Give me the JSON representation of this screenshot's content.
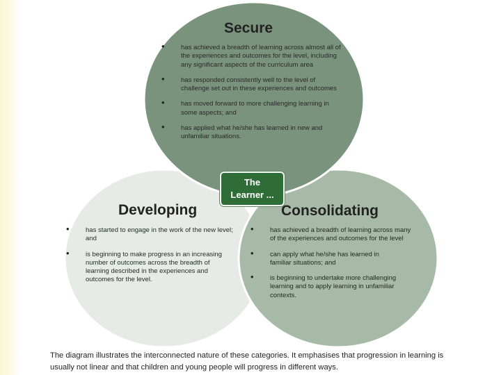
{
  "diagram": {
    "colors": {
      "secure_fill": "#7a937d",
      "developing_fill": "#e7ebe6",
      "consolidating_fill": "#a7b9a7",
      "center_fill": "#2f6d38"
    },
    "center": {
      "line1": "The",
      "line2": "Learner ..."
    },
    "secure": {
      "title": "Secure",
      "bullets": [
        "has achieved a breadth of learning across almost all of the experiences and outcomes for the level, including any significant aspects of the curriculum area",
        "has responded consistently well to the level of challenge set out in these experiences and outcomes",
        "has moved forward to more challenging learning in some aspects; and",
        "has applied what he/she has learned in new and unfamiliar situations."
      ]
    },
    "developing": {
      "title": "Developing",
      "bullets": [
        "has started to engage in the work of the new level; and",
        "is beginning to make progress in an increasing number of outcomes across the breadth of learning described in the experiences and outcomes for the level."
      ]
    },
    "consolidating": {
      "title": "Consolidating",
      "bullets": [
        "has achieved a breadth of learning across many of the experiences and outcomes for the level",
        "can apply what he/she has learned in familiar situations; and",
        "is beginning to undertake more challenging learning and to apply learning in unfamiliar contexts."
      ]
    }
  },
  "caption": "The diagram illustrates the interconnected nature of these categories. It emphasises that progression in learning is usually not linear and that children and young people will progress in different ways."
}
